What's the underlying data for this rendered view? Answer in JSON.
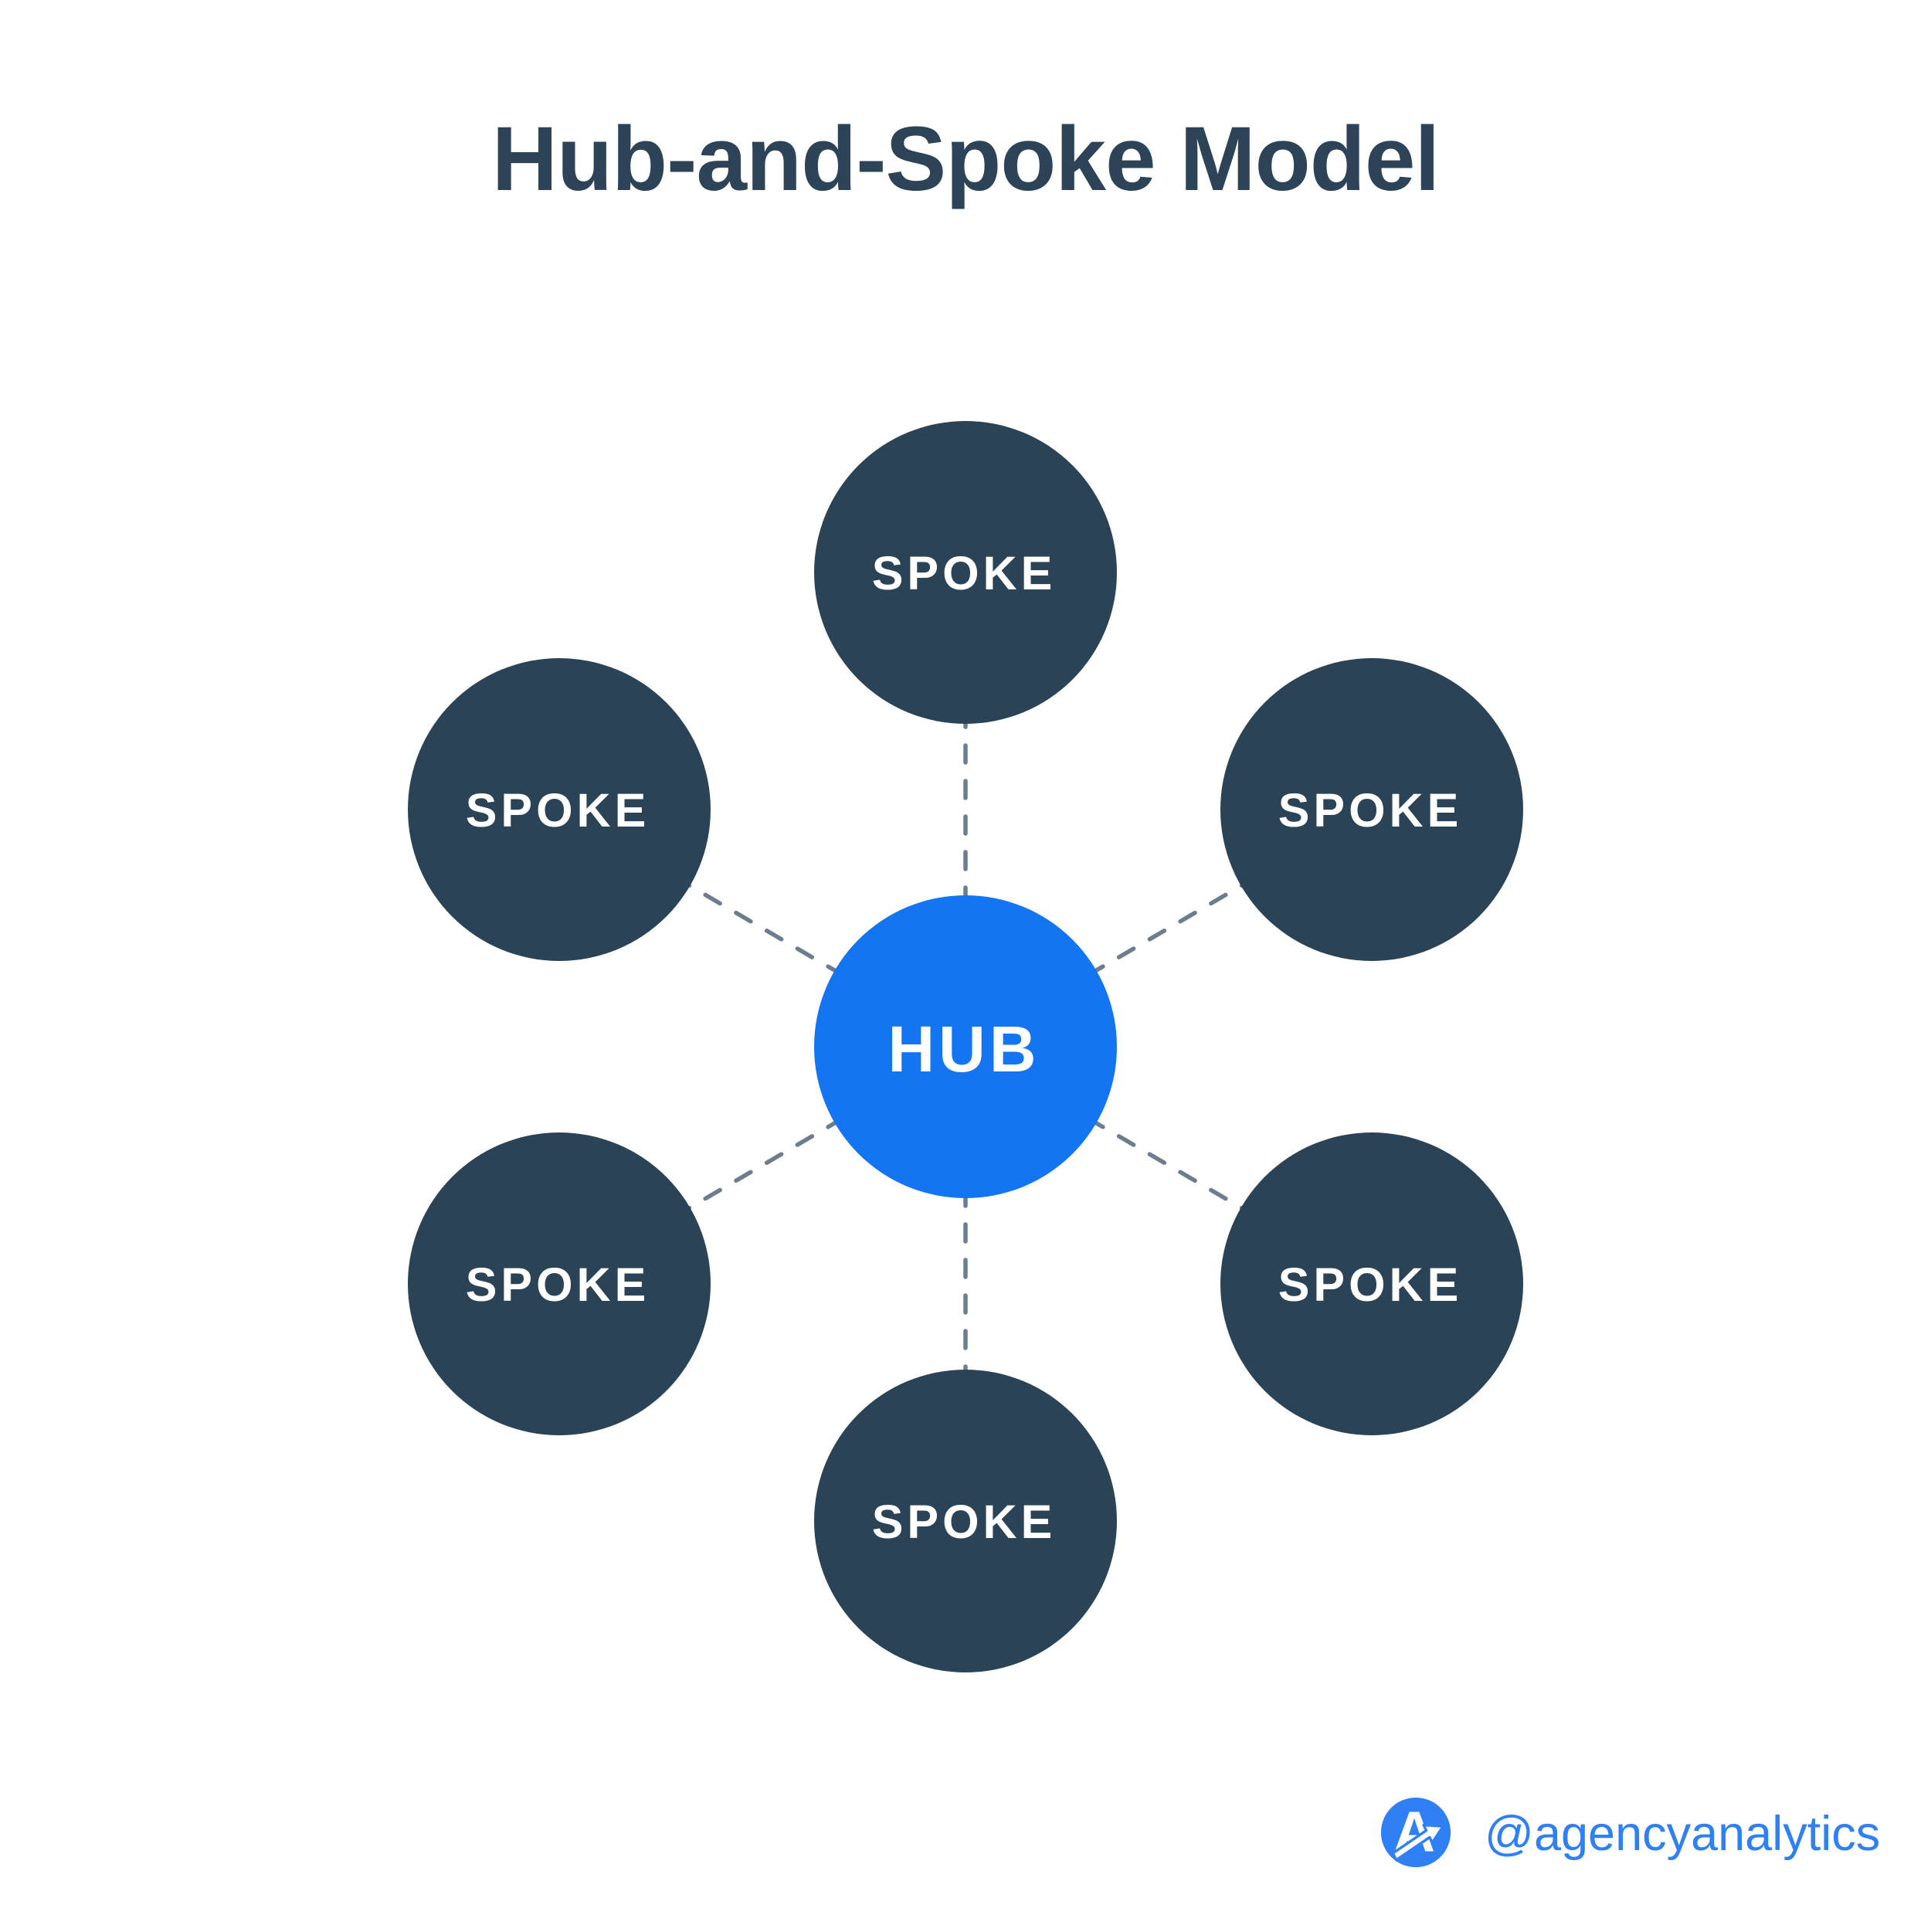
{
  "title": "Hub-and-Spoke Model",
  "diagram": {
    "hub": {
      "label": "HUB"
    },
    "spokes": [
      {
        "position": "top",
        "label": "SPOKE"
      },
      {
        "position": "upper-right",
        "label": "SPOKE"
      },
      {
        "position": "lower-right",
        "label": "SPOKE"
      },
      {
        "position": "bottom",
        "label": "SPOKE"
      },
      {
        "position": "lower-left",
        "label": "SPOKE"
      },
      {
        "position": "upper-left",
        "label": "SPOKE"
      }
    ],
    "colors": {
      "hub_fill": "#1375f2",
      "spoke_fill": "#2b4356",
      "connector": "#6c7d8e",
      "label_text": "#ffffff",
      "title_text": "#2d4357"
    }
  },
  "footer": {
    "logo": "agencyanalytics-logo",
    "handle": "@agencyanalytics",
    "brand_color": "#2f80f4"
  }
}
